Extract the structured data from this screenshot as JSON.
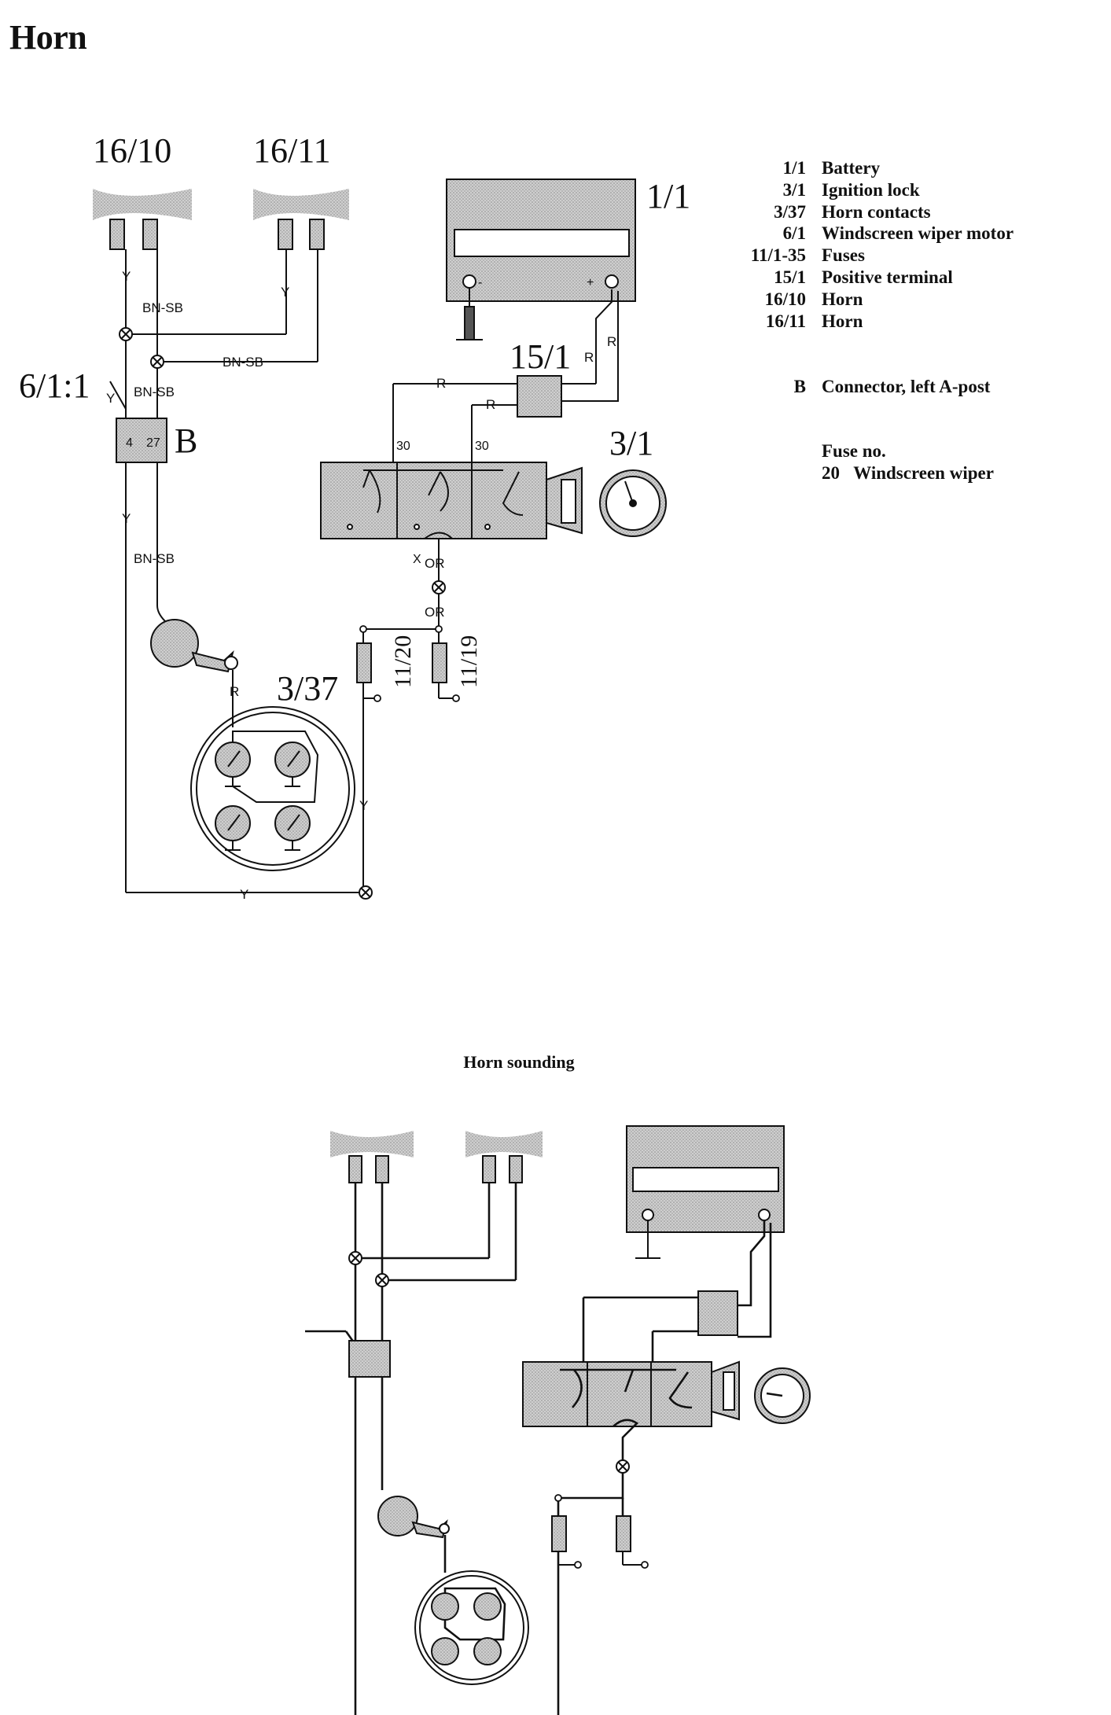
{
  "title": "Horn",
  "legend": {
    "items": [
      {
        "code": "1/1",
        "desc": "Battery"
      },
      {
        "code": "3/1",
        "desc": "Ignition lock"
      },
      {
        "code": "3/37",
        "desc": "Horn contacts"
      },
      {
        "code": "6/1",
        "desc": "Windscreen wiper motor"
      },
      {
        "code": "11/1-35",
        "desc": "Fuses"
      },
      {
        "code": "15/1",
        "desc": "Positive terminal"
      },
      {
        "code": "16/10",
        "desc": "Horn"
      },
      {
        "code": "16/11",
        "desc": "Horn"
      }
    ],
    "connector": {
      "code": "B",
      "desc": "Connector, left A-post"
    },
    "fuse_title": "Fuse no.",
    "fuse_entry": {
      "code": "20",
      "desc": "Windscreen wiper"
    }
  },
  "diagram": {
    "labels": {
      "horn1": "16/10",
      "horn2": "16/11",
      "battery": "1/1",
      "pos_terminal": "15/1",
      "ign_lock": "3/1",
      "wiper_motor": "6/1:1",
      "connector": "B",
      "horn_contacts": "3/37",
      "fuse_a": "11/20",
      "fuse_b": "11/19",
      "pin4": "4",
      "pin27": "27",
      "term30a": "30",
      "term30b": "30",
      "minus": "-",
      "plus": "+",
      "x_mark": "X"
    },
    "wires": {
      "y": "Y",
      "bnsb": "BN-SB",
      "r": "R",
      "or": "OR"
    }
  },
  "section_title": "Horn sounding",
  "colors": {
    "ink": "#111111",
    "shade": "#c9c9c9",
    "bg": "#ffffff"
  }
}
